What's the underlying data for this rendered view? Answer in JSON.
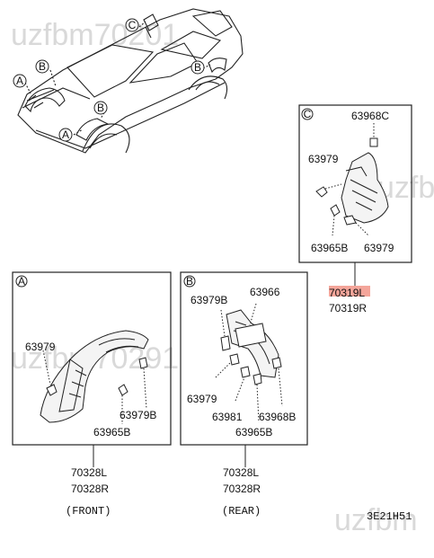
{
  "watermark": {
    "top": "uzfbm70201",
    "mid": "uzfbm70291",
    "bottom": "uzfbm",
    "right": "uzfbm"
  },
  "callouts": {
    "A": "A",
    "B": "B",
    "C": "C"
  },
  "panel_c": {
    "letter": "C",
    "parts": [
      "63968C",
      "63979",
      "63965B",
      "63979"
    ],
    "assembly": [
      "70319L",
      "70319R"
    ],
    "highlight_color": "#f4a59a"
  },
  "panel_a": {
    "letter": "A",
    "parts": [
      "63979",
      "63979B",
      "63965B"
    ],
    "assembly": [
      "70328L",
      "70328R"
    ],
    "caption": "(FRONT)"
  },
  "panel_b": {
    "letter": "B",
    "parts": [
      "63979B",
      "63966",
      "63979",
      "63981",
      "63968B",
      "63965B"
    ],
    "assembly": [
      "70328L",
      "70328R"
    ],
    "caption": "(REAR)"
  },
  "diagram_code": "3E21H51"
}
